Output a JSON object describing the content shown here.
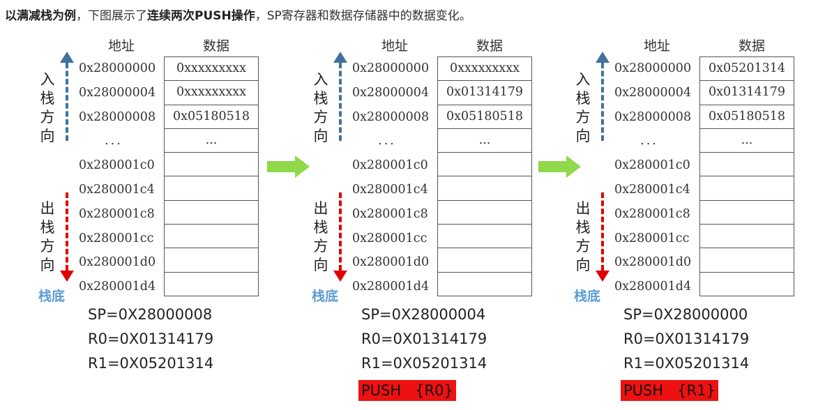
{
  "intro": {
    "part1": "以满减栈为例",
    "part2": "，下图展示了",
    "part3": "连续两次PUSH操作",
    "part4": "，SP寄存器和数据存储器中的数据变化。"
  },
  "headers": {
    "address": "地址",
    "data": "数据"
  },
  "labels": {
    "push_direction": [
      "入",
      "栈",
      "方",
      "向"
    ],
    "pop_direction": [
      "出",
      "栈",
      "方",
      "向"
    ],
    "stack_bottom": "栈底"
  },
  "addresses": [
    "0x28000000",
    "0x28000004",
    "0x28000008",
    "...",
    "0x280001c0",
    "0x280001c4",
    "0x280001c8",
    "0x280001cc",
    "0x280001d0",
    "0x280001d4"
  ],
  "panels": [
    {
      "memory": [
        "0xxxxxxxxx",
        "0xxxxxxxxx",
        "0x05180518",
        "...",
        "",
        "",
        "",
        "",
        "",
        ""
      ],
      "registers": [
        "SP=0X28000008",
        "R0=0X01314179",
        "R1=0X05201314"
      ],
      "instruction": ""
    },
    {
      "memory": [
        "0xxxxxxxxx",
        "0x01314179",
        "0x05180518",
        "...",
        "",
        "",
        "",
        "",
        "",
        ""
      ],
      "registers": [
        "SP=0X28000004",
        "R0=0X01314179",
        "R1=0X05201314"
      ],
      "instruction": "PUSH   {R0}"
    },
    {
      "memory": [
        "0x05201314",
        "0x01314179",
        "0x05180518",
        "...",
        "",
        "",
        "",
        "",
        "",
        ""
      ],
      "registers": [
        "SP=0X28000000",
        "R0=0X01314179",
        "R1=0X05201314"
      ],
      "instruction": "PUSH   {R1}"
    }
  ],
  "colors": {
    "push_arrow": "#41719c",
    "pop_arrow": "#e00000",
    "stack_bottom_text": "#5b9bd5",
    "transition_arrow": "#8fd94a",
    "instruction_bg": "#ee1111"
  },
  "icons": {
    "transition": "right-arrow-icon"
  }
}
